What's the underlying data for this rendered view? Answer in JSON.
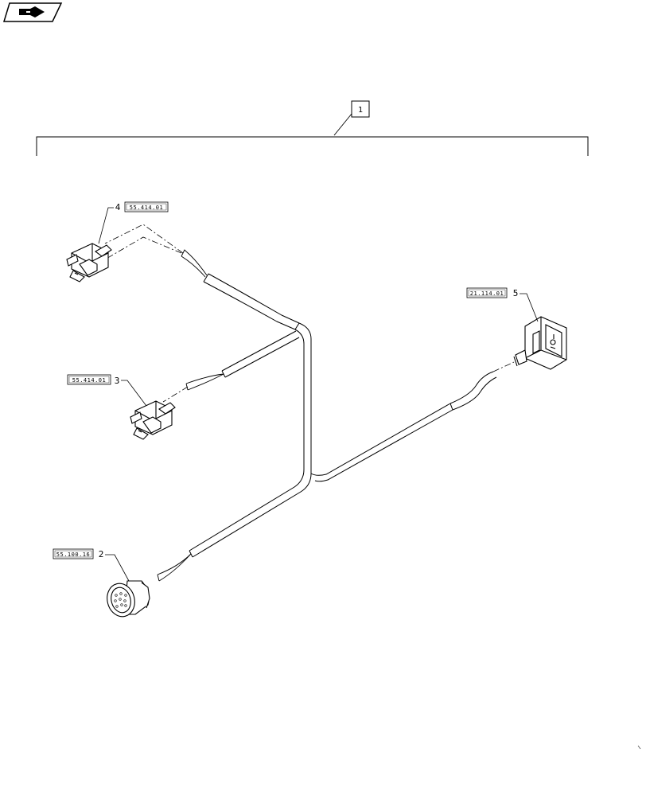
{
  "diagram": {
    "assembly_item": "1",
    "callouts": [
      {
        "id": "connector-4",
        "number": "4",
        "ref": "55.414.01"
      },
      {
        "id": "connector-3",
        "number": "3",
        "ref": "55.414.01"
      },
      {
        "id": "connector-5",
        "number": "5",
        "ref": "21.114.01"
      },
      {
        "id": "connector-2",
        "number": "2",
        "ref": "55.100.16"
      }
    ]
  },
  "icons": {
    "nav_icon": "next-page-arrow-icon"
  }
}
